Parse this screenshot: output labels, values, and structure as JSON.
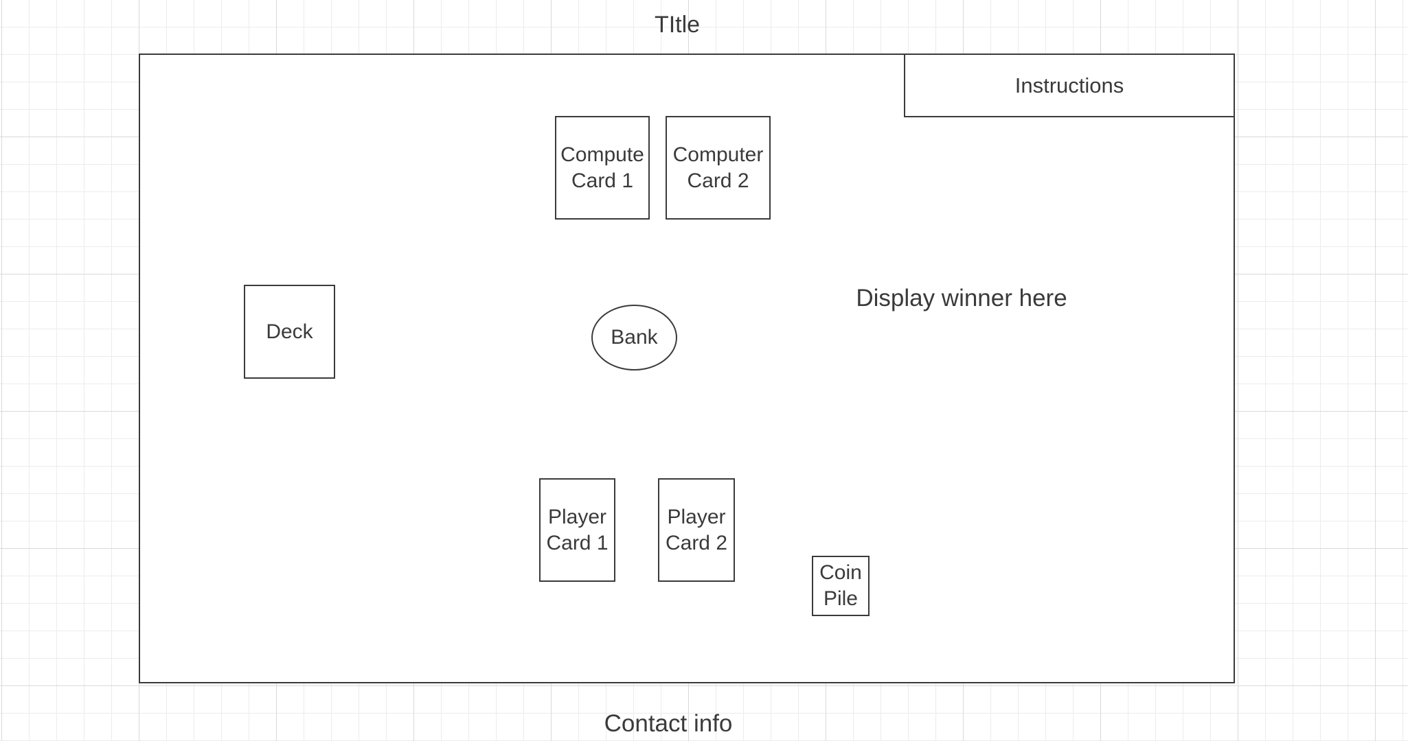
{
  "title": "TItle",
  "contact": "Contact info",
  "instructions": "Instructions",
  "winner": "Display winner here",
  "computer_card_1": "Compute\n Card 1",
  "computer_card_2": "Computer\nCard 2",
  "deck": "Deck",
  "bank": "Bank",
  "player_card_1": "Player\n Card 1",
  "player_card_2": "Player\nCard 2",
  "coin_pile": "Coin\n Pile"
}
